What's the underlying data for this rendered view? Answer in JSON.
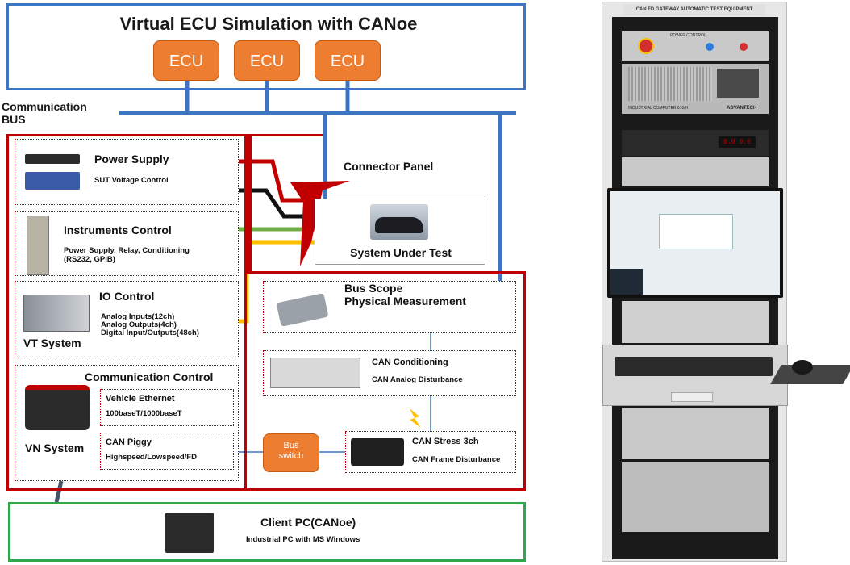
{
  "title": "Virtual ECU Simulation with CANoe",
  "ecus": [
    "ECU",
    "ECU",
    "ECU"
  ],
  "comm_bus": "Communication BUS",
  "comm_bus_lines": [
    "Communication",
    "BUS"
  ],
  "connector_panel": "Connector Panel",
  "sut": "System Under Test",
  "power_supply": {
    "title": "Power Supply",
    "desc": "SUT Voltage Control"
  },
  "instruments": {
    "title": "Instruments Control",
    "desc1": "Power Supply, Relay,  Conditioning",
    "desc2": "(RS232, GPIB)"
  },
  "io_control": {
    "title": "IO Control",
    "lines": [
      "Analog Inputs(12ch)",
      "Analog Outputs(4ch)",
      "Digital Input/Outputs(48ch)"
    ],
    "system": "VT System"
  },
  "comm_control": {
    "title": "Communication Control",
    "system": "VN System",
    "vehicle_ethernet": {
      "title": "Vehicle Ethernet",
      "desc": "100baseT/1000baseT"
    },
    "can_piggy": {
      "title": "CAN Piggy",
      "desc": "Highspeed/Lowspeed/FD"
    }
  },
  "bus_scope": {
    "line1": "Bus  Scope",
    "line2": "Physical Measurement"
  },
  "can_conditioning": {
    "title": "CAN Conditioning",
    "desc": "CAN Analog Disturbance"
  },
  "can_stress": {
    "title": "CAN Stress  3ch",
    "desc": "CAN Frame  Disturbance"
  },
  "bus_switch": {
    "line1": "Bus",
    "line2": "switch"
  },
  "client_pc": {
    "title": "Client PC(CANoe)",
    "desc": "Industrial PC with  MS Windows"
  },
  "rack": {
    "top_label": "CAN FD GATEWAY AUTOMATIC TEST EQUIPMENT",
    "pc_brand": "ADVANTECH",
    "pc_label": "INDUSTRIAL COMPUTER 610/H",
    "power_label": "POWER CONTROL",
    "display": "0.0 0.0"
  },
  "colors": {
    "blue": "#3d74c4",
    "orange": "#ed7d31",
    "red": "#c00000",
    "green": "#2ea84a",
    "yellow": "#ffc000",
    "wire_green": "#70ad47"
  }
}
